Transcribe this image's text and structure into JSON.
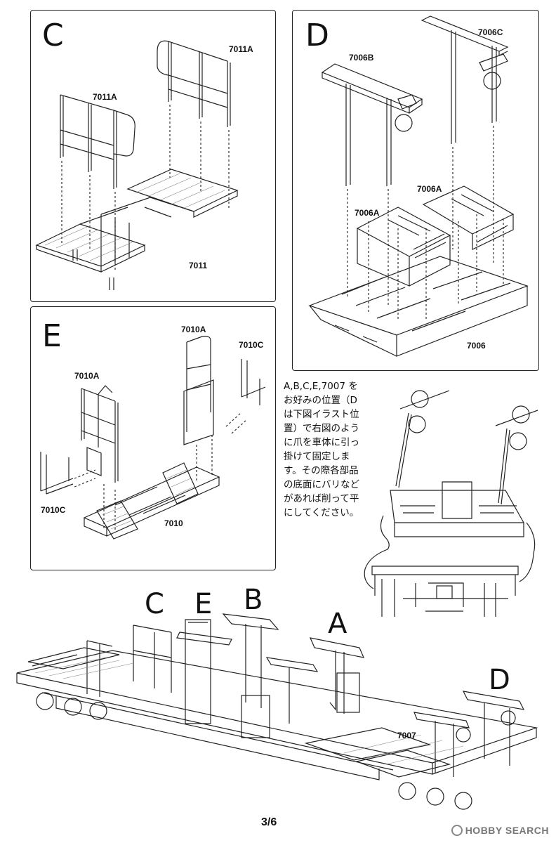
{
  "panels": {
    "c": {
      "letter": "C",
      "labels": [
        "7011A",
        "7011A",
        "7011"
      ]
    },
    "d": {
      "letter": "D",
      "labels": [
        "7006C",
        "7006B",
        "7006A",
        "7006A",
        "7006"
      ]
    },
    "e": {
      "letter": "E",
      "labels": [
        "7010A",
        "7010C",
        "7010A",
        "7010C",
        "7010"
      ]
    }
  },
  "note": {
    "lines": [
      "A,B,C,E,7007 を",
      "お好みの位置（D",
      "は下図イラスト位",
      "置）で右図のよう",
      "に爪を車体に引っ",
      "掛けて固定しま",
      "す。その際各部品",
      "の底面にバリなど",
      "があれば削って平",
      "にしてください。"
    ]
  },
  "assembly": {
    "letters": [
      "C",
      "E",
      "B",
      "A",
      "D"
    ],
    "part_label": "7007"
  },
  "footer": {
    "page": "3/6",
    "watermark": "HOBBY SEARCH"
  },
  "colors": {
    "line": "#222222",
    "panel_border": "#222222",
    "dash": "#333333"
  }
}
